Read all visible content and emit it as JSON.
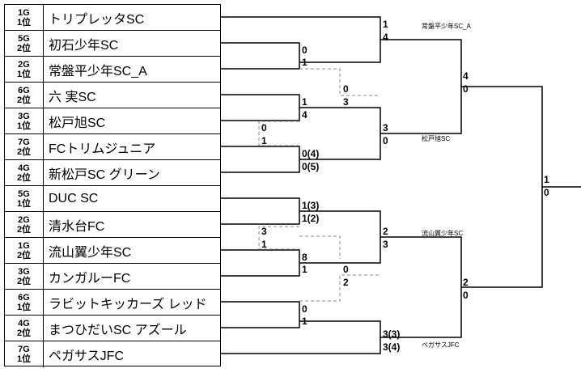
{
  "teams": [
    {
      "seed_group": "1G",
      "seed_rank": "1位",
      "name": "トリプレッタSC"
    },
    {
      "seed_group": "5G",
      "seed_rank": "2位",
      "name": "初石少年SC"
    },
    {
      "seed_group": "2G",
      "seed_rank": "1位",
      "name": "常盤平少年SC_A"
    },
    {
      "seed_group": "6G",
      "seed_rank": "2位",
      "name": "六 実SC"
    },
    {
      "seed_group": "3G",
      "seed_rank": "1位",
      "name": "松戸旭SC"
    },
    {
      "seed_group": "7G",
      "seed_rank": "2位",
      "name": "FCトリムジュニア"
    },
    {
      "seed_group": "4G",
      "seed_rank": "2位",
      "name": "新松戸SC グリーン"
    },
    {
      "seed_group": "5G",
      "seed_rank": "1位",
      "name": "DUC SC"
    },
    {
      "seed_group": "2G",
      "seed_rank": "2位",
      "name": "清水台FC"
    },
    {
      "seed_group": "1G",
      "seed_rank": "2位",
      "name": "流山翼少年SC"
    },
    {
      "seed_group": "3G",
      "seed_rank": "2位",
      "name": "カンガルーFC"
    },
    {
      "seed_group": "6G",
      "seed_rank": "1位",
      "name": "ラビットキッカーズ レッド"
    },
    {
      "seed_group": "4G",
      "seed_rank": "2位",
      "name": "まつひだいSC アズール"
    },
    {
      "seed_group": "7G",
      "seed_rank": "1位",
      "name": "ペガサスJFC"
    }
  ],
  "scores": {
    "r1_m1_a": "0",
    "r1_m1_b": "1",
    "r1_m2_a": "1",
    "r1_m2_b": "4",
    "r1_m3_a": "0(4)",
    "r1_m3_b": "0(5)",
    "r1_m4_a": "1(3)",
    "r1_m4_b": "1(2)",
    "r1_m5_a": "8",
    "r1_m5_b": "1",
    "r1_m6_a": "0",
    "r1_m6_b": "1",
    "r2_m1_a": "1",
    "r2_m1_b": "4",
    "r2_m2_a": "3",
    "r2_m2_b": "0",
    "r2_m3_a": "2",
    "r2_m3_b": "3",
    "r2_m4_a": "3(3)",
    "r2_m4_b": "3(4)",
    "sf_m1_a": "4",
    "sf_m1_b": "0",
    "sf_m2_a": "2",
    "sf_m2_b": "0",
    "final_a": "1",
    "final_b": "0",
    "bubble_t_a": "0",
    "bubble_t_b": "3",
    "bubble_m_a": "0",
    "bubble_m_b": "1",
    "bubble_l_a": "3",
    "bubble_l_b": "1",
    "bubble_n_a": "0",
    "bubble_n_b": "2"
  },
  "winner_tags": {
    "qf1": "常盤平少年SC_A",
    "qf2": "松戸旭SC",
    "qf3": "流山翼少年SC",
    "qf4": "ペガサスJFC"
  },
  "colors": {
    "line": "#000000",
    "dashed": "#888888"
  }
}
